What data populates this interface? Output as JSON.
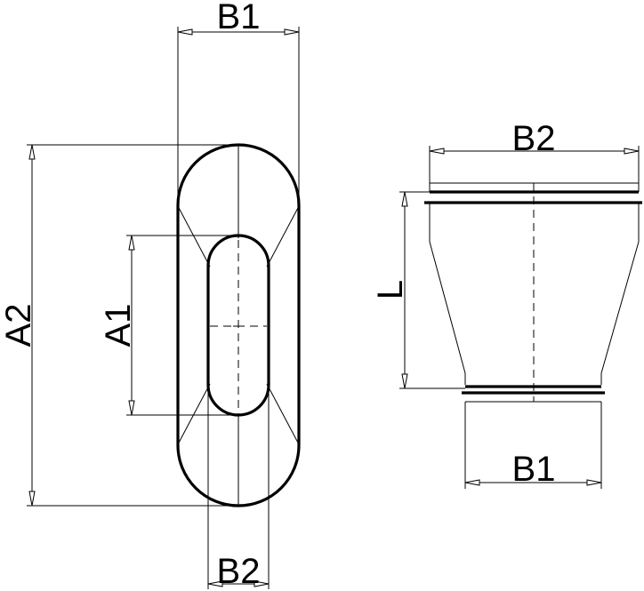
{
  "labels": {
    "front_top": "B1",
    "front_left_outer": "A2",
    "front_left_inner": "A1",
    "front_bottom": "B2",
    "side_top": "B2",
    "side_length": "L",
    "side_bottom": "B1"
  }
}
